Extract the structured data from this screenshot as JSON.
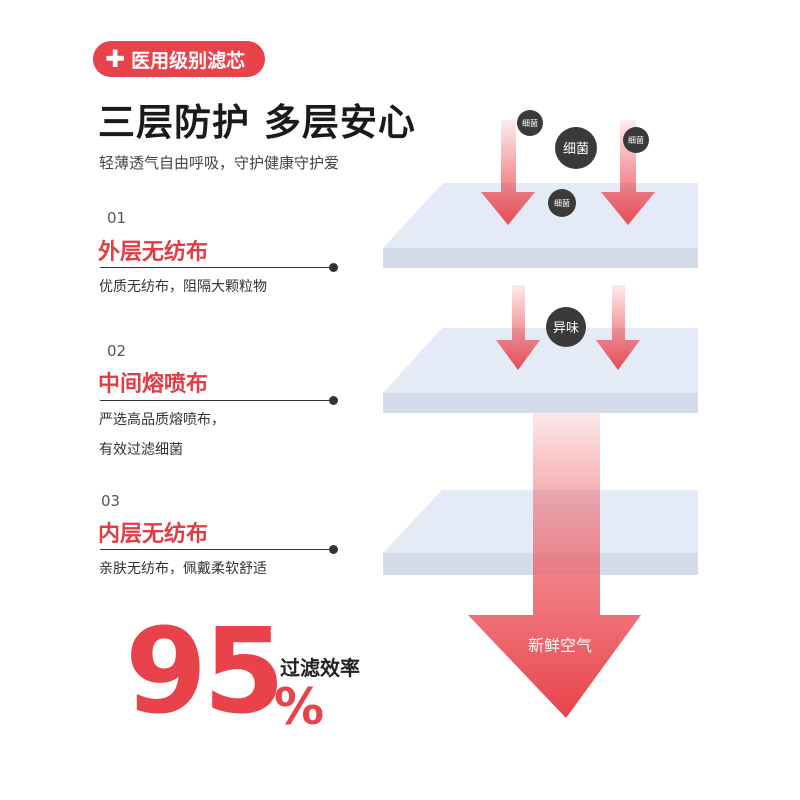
{
  "badge": {
    "icon": "plus-icon",
    "label": "医用级别滤芯"
  },
  "title": "三层防护 多层安心",
  "subtitle": "轻薄透气自由呼吸，守护健康守护爱",
  "layers": [
    {
      "num": "01",
      "name": "外层无纺布",
      "desc": [
        "优质无纺布，阻隔大颗粒物"
      ]
    },
    {
      "num": "02",
      "name": "中间熔喷布",
      "desc": [
        "严选高品质熔喷布，",
        "有效过滤细菌"
      ]
    },
    {
      "num": "03",
      "name": "内层无纺布",
      "desc": [
        "亲肤无纺布，佩戴柔软舒适"
      ]
    }
  ],
  "diagram": {
    "bacteria": [
      "细菌",
      "细菌",
      "细菌",
      "细菌"
    ],
    "odor": "异味",
    "fresh_air": "新鲜空气"
  },
  "stat": {
    "value": "95",
    "unit": "%",
    "label": "过滤效率"
  },
  "colors": {
    "accent": "#e8424a",
    "layer_top": "#e4ebf6",
    "layer_side": "#d3dce8",
    "bubble": "#3a3a3a"
  }
}
